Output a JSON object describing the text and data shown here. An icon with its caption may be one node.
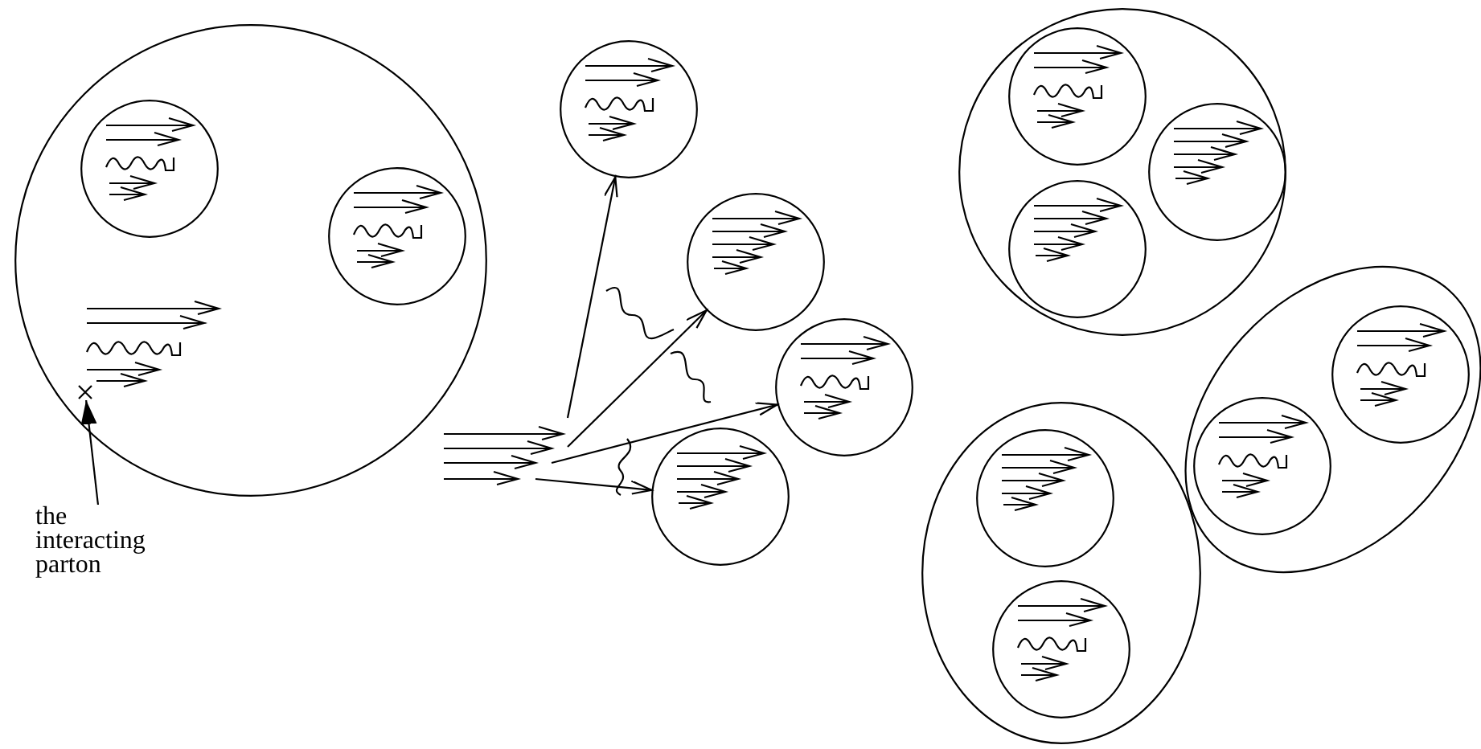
{
  "diagram": {
    "nodes": [
      {
        "text": [],
        "shape": "circle"
      },
      {
        "text": [],
        "shape": "circle",
        "in": 0
      },
      {
        "text": [],
        "shape": "circle",
        "in": 0
      },
      {
        "text": [],
        "shape": "cross",
        "in": 0
      },
      {
        "text": [
          "the interacting parton"
        ]
      },
      {
        "text": [],
        "shape": "circle"
      },
      {
        "text": [],
        "shape": "circle"
      },
      {
        "text": [],
        "shape": "circle"
      },
      {
        "text": [],
        "shape": "circle"
      },
      {
        "text": [],
        "shape": "circle"
      },
      {
        "text": [],
        "shape": "circle",
        "in": 9
      },
      {
        "text": [],
        "shape": "circle",
        "in": 9
      },
      {
        "text": [],
        "shape": "circle",
        "in": 9
      },
      {
        "text": [],
        "shape": "ellipse"
      },
      {
        "text": [],
        "shape": "circle",
        "in": 13
      },
      {
        "text": [],
        "shape": "circle",
        "in": 13
      },
      {
        "text": [],
        "shape": "ellipse"
      },
      {
        "text": [],
        "shape": "circle",
        "in": 16
      },
      {
        "text": [],
        "shape": "circle",
        "in": 16
      }
    ],
    "edges": [
      {
        "from": 4,
        "to": 3,
        "arrow": "to"
      },
      {
        "from": null,
        "to": 5,
        "arrow": "to"
      },
      {
        "from": null,
        "to": 6,
        "arrow": "to"
      },
      {
        "from": null,
        "to": 7,
        "arrow": "to"
      },
      {
        "from": null,
        "to": 8,
        "arrow": "to"
      }
    ]
  }
}
